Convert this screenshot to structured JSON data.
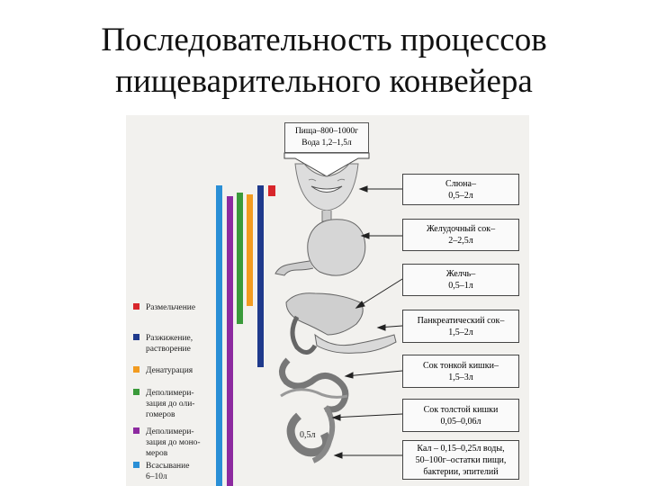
{
  "title": {
    "line1": "Последовательность процессов",
    "line2": "пищеварительного конвейера"
  },
  "intake": {
    "line1": "Пища–800–1000г",
    "line2": "Вода 1,2–1,5л"
  },
  "secretions": [
    {
      "line1": "Слюна–",
      "line2": "0,5–2л"
    },
    {
      "line1": "Желудочный сок–",
      "line2": "2–2,5л"
    },
    {
      "line1": "Желчь–",
      "line2": "0,5–1л"
    },
    {
      "line1": "Панкреатический сок–",
      "line2": "1,5–2л"
    },
    {
      "line1": "Сок тонкой кишки–",
      "line2": "1,5–3л"
    },
    {
      "line1": "Сок толстой кишки",
      "line2": "0,05–0,06л"
    }
  ],
  "output": {
    "line1": "Кал – 0,15–0,25л воды,",
    "line2": "50–100г–остатки пищи,",
    "line3": "бактерии, эпителий"
  },
  "legend": [
    {
      "line1": "Размельчение",
      "color": "#d8262b"
    },
    {
      "line1": "Разжижение,",
      "line2": "растворение",
      "color": "#1f3a8c"
    },
    {
      "line1": "Денатурация",
      "color": "#f29b1f"
    },
    {
      "line1": "Деполимери-",
      "line2": "зация до оли-",
      "line3": "гомеров",
      "color": "#3a9a3a"
    },
    {
      "line1": "Деполимери-",
      "line2": "зация до моно-",
      "line3": "меров",
      "color": "#8d2aa0"
    },
    {
      "line1": "Всасывание",
      "line2": "6–10л",
      "color": "#2a8fd6"
    }
  ],
  "volume_label": "0,5л"
}
